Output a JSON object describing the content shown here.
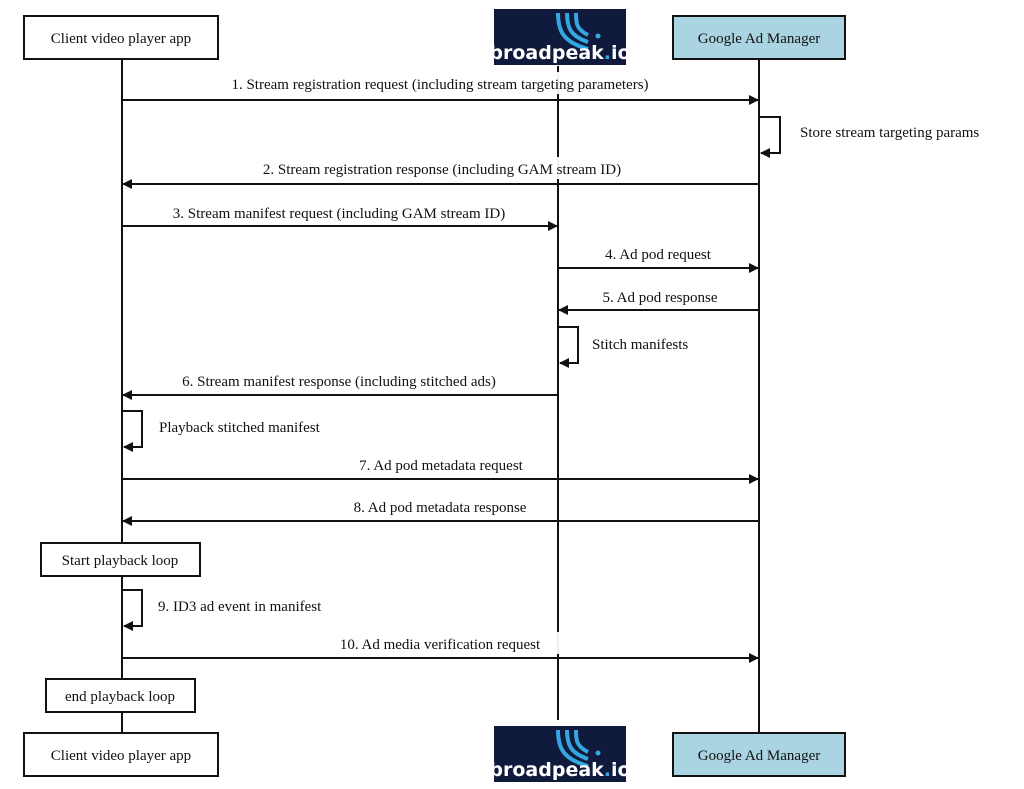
{
  "colors": {
    "gam_fill": "#aad4e2",
    "logo_bg": "#0f1a3c",
    "logo_text": "#ffffff",
    "logo_accent": "#35a7e0",
    "line": "#111111"
  },
  "participants": {
    "client": {
      "label": "Client video player app"
    },
    "broadpeak": {
      "logo_main": "broadpeak",
      "logo_dot": ".",
      "logo_suffix": "io",
      "icon": "broadpeak-signal-logo"
    },
    "gam": {
      "label": "Google Ad Manager"
    }
  },
  "messages": [
    {
      "label": "1. Stream registration request (including stream targeting parameters)"
    },
    {
      "label": "Store stream targeting params"
    },
    {
      "label": "2. Stream registration response (including GAM stream ID)"
    },
    {
      "label": "3. Stream manifest request (including GAM stream ID)"
    },
    {
      "label": "4. Ad pod request"
    },
    {
      "label": "5. Ad pod response"
    },
    {
      "label": "Stitch manifests"
    },
    {
      "label": "6. Stream manifest response (including stitched ads)"
    },
    {
      "label": "Playback stitched manifest"
    },
    {
      "label": "7. Ad pod metadata request"
    },
    {
      "label": "8. Ad pod metadata response"
    },
    {
      "label": "9. ID3 ad event in manifest"
    },
    {
      "label": "10. Ad media verification request"
    }
  ],
  "fragments": {
    "loop_start": "Start playback loop",
    "loop_end": "end playback loop"
  }
}
